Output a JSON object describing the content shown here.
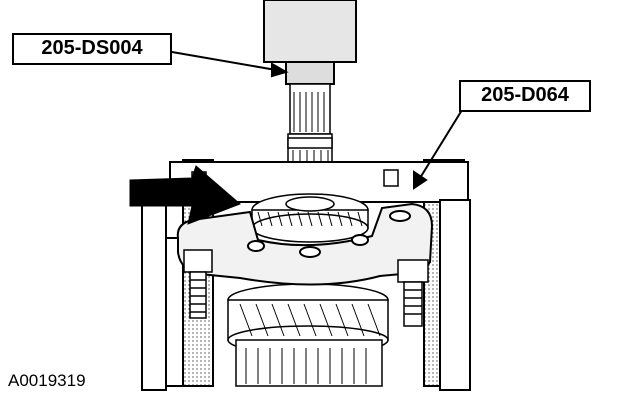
{
  "callouts": {
    "tool_1": "205-DS004",
    "tool_2": "205-D064"
  },
  "figure_id": "A0019319",
  "colors": {
    "ink": "#000000",
    "paper": "#ffffff",
    "shade": "#d9d9d9"
  }
}
